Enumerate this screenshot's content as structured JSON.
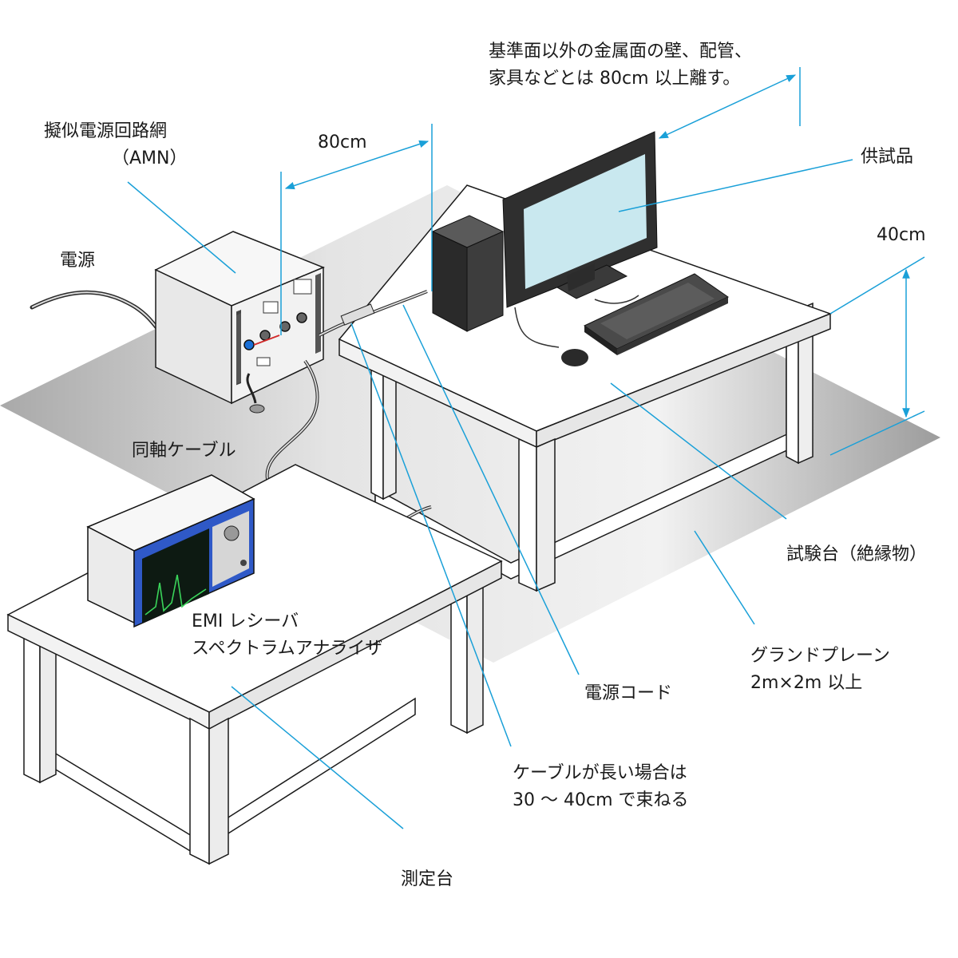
{
  "labels": {
    "wall_note": {
      "line1": "基準面以外の金属面の壁、配管、",
      "line2": "家具などとは 80cm 以上離す。"
    },
    "amn": {
      "line1": "擬似電源回路網",
      "line2": "（AMN）"
    },
    "dist_80": "80cm",
    "eut": "供試品",
    "dist_40": "40cm",
    "power": "電源",
    "coax": "同軸ケーブル",
    "test_table": "試験台（絶縁物）",
    "emi": {
      "line1": "EMI レシーバ",
      "line2": "スペクトラムアナライザ"
    },
    "ground_plane": {
      "line1": "グランドプレーン",
      "line2": "2m×2m 以上"
    },
    "power_cord": "電源コード",
    "cable_note": {
      "line1": "ケーブルが長い場合は",
      "line2": "30 ～ 40cm で束ねる"
    },
    "measure_table": "測定台"
  },
  "colors": {
    "leader": "#1aa0d8",
    "line": "#1a1a1a",
    "table_top": "#ffffff",
    "ground_dark": "#bdbdbd",
    "monitor_screen": "#c9e8ef",
    "device_dark": "#2e2e2e",
    "analyzer_blue": "#2f59c7"
  },
  "icons": [
    "amn-box",
    "pc-tower",
    "monitor",
    "keyboard",
    "mouse",
    "spectrum-analyzer"
  ]
}
